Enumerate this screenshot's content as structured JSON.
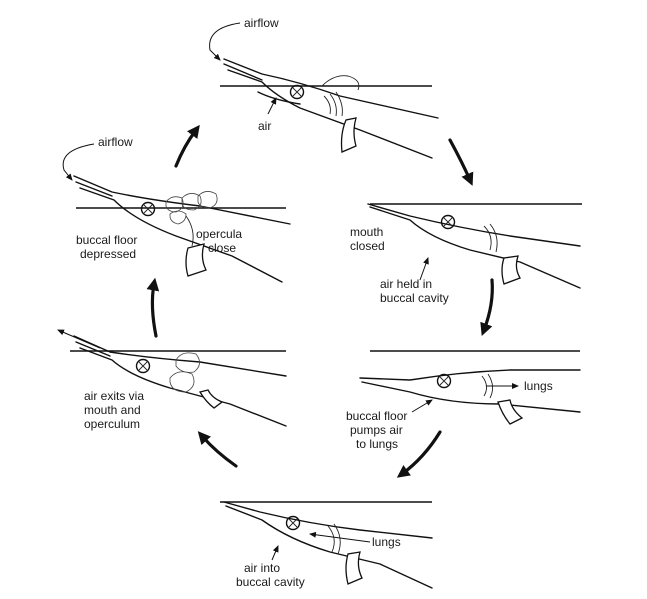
{
  "stages": [
    {
      "id": "inhale",
      "labels": [
        "airflow",
        "air"
      ]
    },
    {
      "id": "mouth-closed",
      "labels": [
        "mouth",
        "closed",
        "air held in",
        "buccal cavity"
      ]
    },
    {
      "id": "pump",
      "labels": [
        "lungs",
        "buccal floor",
        "pumps air",
        "to lungs"
      ]
    },
    {
      "id": "intake",
      "labels": [
        "lungs",
        "air into",
        "buccal cavity"
      ]
    },
    {
      "id": "exhale",
      "labels": [
        "air exits via",
        "mouth and",
        "operculum"
      ]
    },
    {
      "id": "depress",
      "labels": [
        "airflow",
        "buccal floor",
        "depressed",
        "opercula",
        "close"
      ]
    }
  ],
  "cycle_direction": "clockwise"
}
